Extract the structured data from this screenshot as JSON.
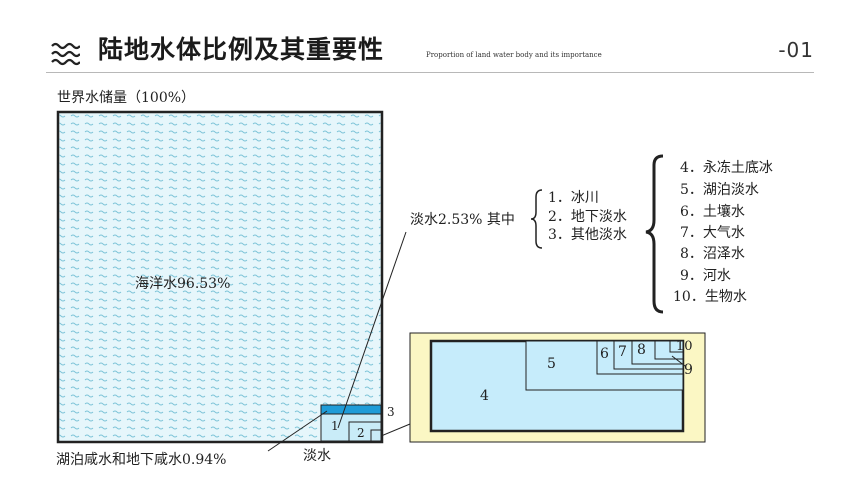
{
  "header": {
    "icon": "wave-icon",
    "title": "陆地水体比例及其重要性",
    "subtitle": "Proportion of land water body and its importance",
    "page_number": "-01"
  },
  "diagram": {
    "top_label": "世界水储量（100%）",
    "ocean_label": "海洋水96.53%",
    "saline_label": "湖泊咸水和地下咸水0.94%",
    "fresh_bottom_label": "淡水",
    "fresh_label": "淡水2.53% 其中",
    "fresh_items": [
      "1．冰川",
      "2．地下淡水",
      "3．其他淡水"
    ],
    "other_items": [
      "4．永冻土底冰",
      "5．湖泊淡水",
      "6．土壤水",
      "7．大气水",
      "8．沼泽水",
      "9．河水",
      "10．生物水"
    ],
    "small_box_labels": [
      "1",
      "2",
      "3"
    ],
    "zoom_labels": [
      "4",
      "5",
      "6",
      "7",
      "8",
      "9",
      "10"
    ],
    "colors": {
      "ocean_fill": "#e6f6fb",
      "wave": "#7cc3d7",
      "fresh_fill": "#c9ecf8",
      "saline_fill": "#1f9cd8",
      "zoom_bg": "#fbf7c4",
      "zoom_fill": "#c6ecfb"
    }
  }
}
